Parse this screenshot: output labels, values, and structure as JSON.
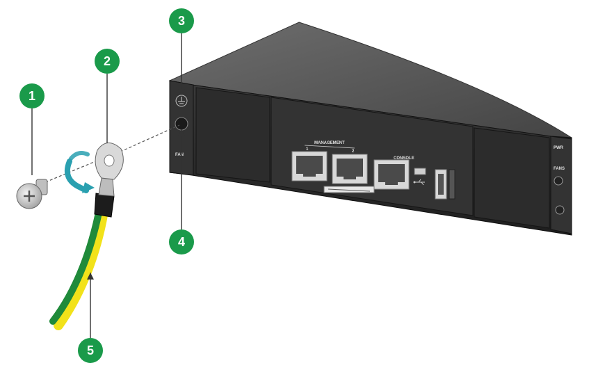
{
  "diagram": {
    "callouts": [
      "1",
      "2",
      "3",
      "4",
      "5"
    ],
    "device_labels": {
      "ground_port": "FAN",
      "management_ports": "MANAGEMENT",
      "port_1": "1",
      "port_2": "2",
      "console_port": "CONSOLE",
      "psu_right_top": "PWR",
      "psu_right_bottom": "FANS"
    },
    "colors": {
      "callout": "#1a9a4a",
      "cable_green": "#1f8a3a",
      "cable_yellow": "#f2e21a",
      "chassis_top": "#595959",
      "chassis_front": "#2b2b2b",
      "rotation_arrow": "#2aa0b0"
    },
    "icons": [
      "screw-icon",
      "ground-terminal-icon",
      "rotate-arrow-icon",
      "ground-symbol-icon",
      "usb-icon"
    ]
  }
}
